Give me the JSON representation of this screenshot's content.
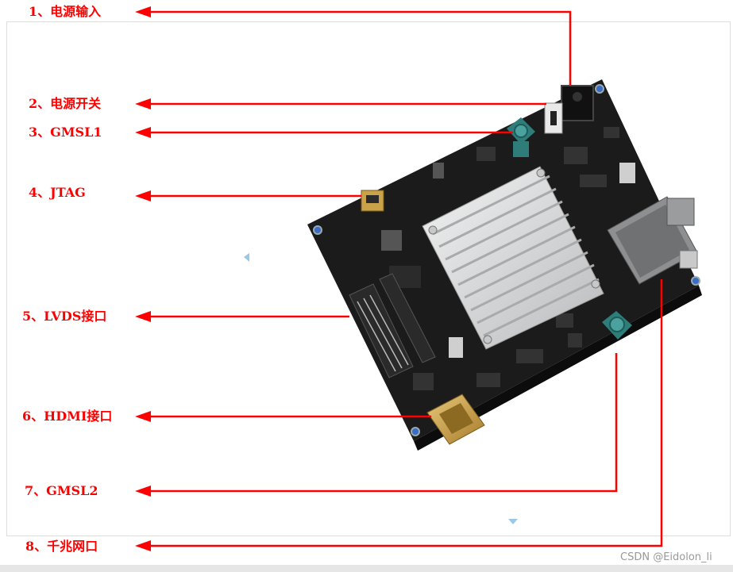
{
  "callouts": [
    {
      "num": "1",
      "sep": "、",
      "text": "电源输入"
    },
    {
      "num": "2",
      "sep": "、",
      "text": "电源开关"
    },
    {
      "num": "3",
      "sep": "、",
      "text": "GMSL1"
    },
    {
      "num": "4",
      "sep": "、",
      "text": "JTAG"
    },
    {
      "num": "5",
      "sep": "、",
      "text": "LVDS接口"
    },
    {
      "num": "6",
      "sep": "、",
      "text": "HDMI接口"
    },
    {
      "num": "7",
      "sep": "、",
      "text": "GMSL2"
    },
    {
      "num": "8",
      "sep": "、",
      "text": "千兆网口"
    }
  ],
  "watermark": "CSDN @Eidolon_li",
  "colors": {
    "arrow": "#ff0000",
    "pcb": "#1b1b1b",
    "fakra": "#2e7d7a",
    "heatsink": "#d9dadb",
    "hdmi": "#c9a34a"
  }
}
